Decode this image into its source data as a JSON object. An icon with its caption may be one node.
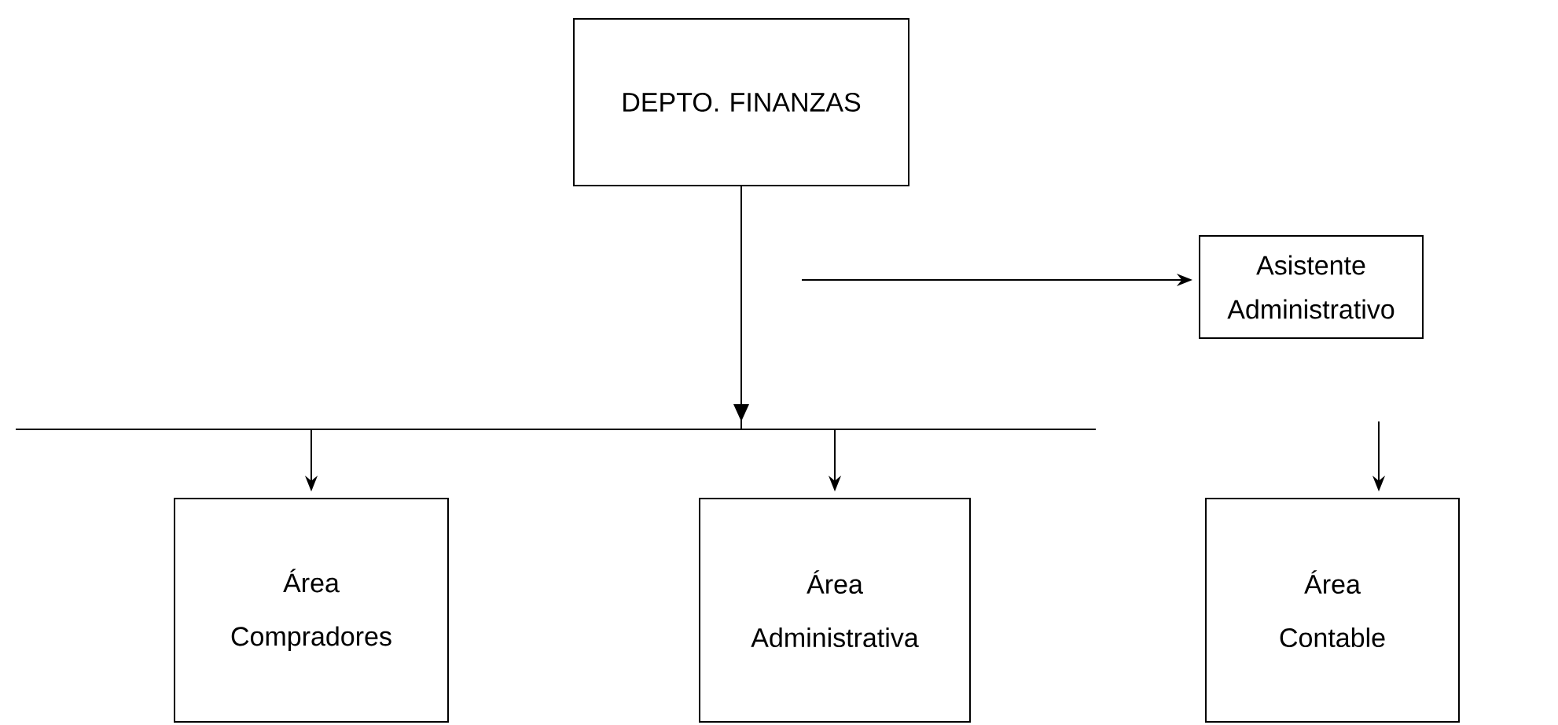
{
  "diagram": {
    "nodes": [
      {
        "text": [
          "DEPTO. FINANZAS"
        ]
      },
      {
        "text": [
          "Asistente Administrativo"
        ]
      },
      {
        "text": [
          "Área Compradores"
        ]
      },
      {
        "text": [
          "Área Administrativa"
        ]
      },
      {
        "text": [
          "Área Contable"
        ]
      }
    ],
    "edges": [
      {
        "from": 0,
        "to": 2,
        "arrow": "to"
      },
      {
        "from": 0,
        "to": 3,
        "arrow": "to"
      },
      {
        "from": null,
        "to": 1,
        "arrow": "to"
      },
      {
        "from": null,
        "to": 4,
        "arrow": "to"
      }
    ]
  }
}
